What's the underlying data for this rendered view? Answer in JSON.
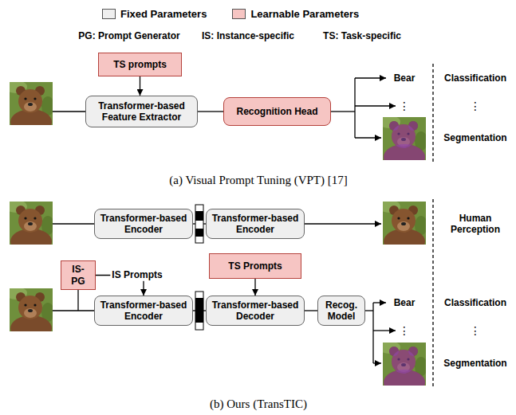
{
  "diagram": {
    "nodes": [
      {
        "text": [
          "TS prompts"
        ]
      },
      {
        "text": [
          "Transformer-based Feature Extractor"
        ]
      },
      {
        "text": [
          "Recognition Head"
        ]
      },
      {
        "text": [
          "Transformer-based Encoder"
        ]
      },
      {
        "text": [
          "Transformer-based Encoder"
        ]
      },
      {
        "text": [
          "IS-PG"
        ]
      },
      {
        "text": [
          "TS Prompts"
        ]
      },
      {
        "text": [
          "Transformer-based Encoder"
        ]
      },
      {
        "text": [
          "Transformer-based Decoder"
        ]
      },
      {
        "text": [
          "Recog. Model"
        ]
      }
    ],
    "edges": [
      {
        "from": 0,
        "to": 1,
        "arrow": "to"
      },
      {
        "from": 1,
        "to": 2,
        "arrow": "none"
      },
      {
        "from": 3,
        "to": 4,
        "arrow": "none"
      },
      {
        "from": 5,
        "to": 7,
        "label": "IS Prompts",
        "arrow": "to"
      },
      {
        "from": 6,
        "to": 8,
        "arrow": "to"
      },
      {
        "from": 7,
        "to": 8,
        "arrow": "none"
      },
      {
        "from": 8,
        "to": 9,
        "arrow": "none"
      }
    ],
    "labels": [
      "PG: Prompt Generator",
      "IS: Instance-specific",
      "TS: Task-specific",
      "Bear",
      "⋮",
      "Classification",
      "⋮",
      "Segmentation",
      "(a) Visual Prompt Tuning (VPT) [17]",
      "Human Perception",
      "Bear",
      "⋮",
      "Classification",
      "⋮",
      "Segmentation",
      "(b) Ours (TransTIC)"
    ],
    "legend": [
      {
        "text": "Fixed Parameters",
        "color": "#efefef"
      },
      {
        "text": "Learnable Parameters",
        "color": "#f6c5c3"
      }
    ]
  }
}
